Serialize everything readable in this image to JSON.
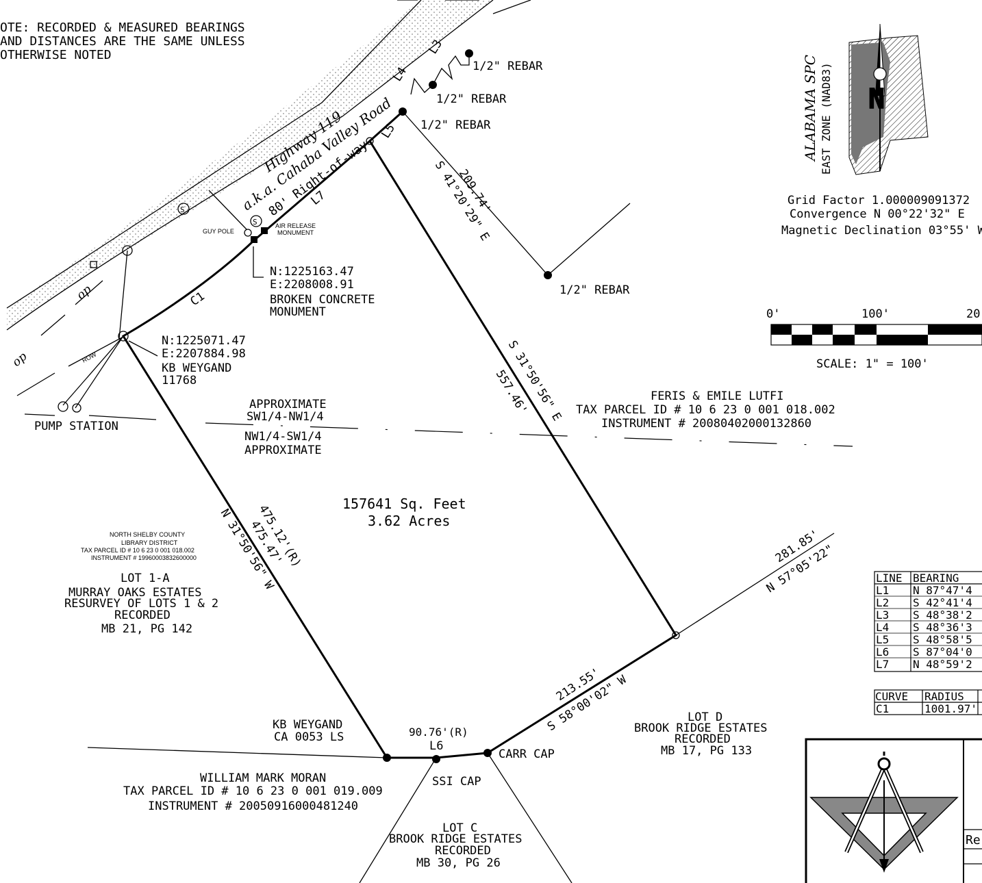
{
  "note": {
    "line1": "OTE: RECORDED & MEASURED BEARINGS",
    "line2": "AND DISTANCES ARE THE SAME UNLESS",
    "line3": "OTHERWISE NOTED"
  },
  "road": {
    "name1": "Highway 119",
    "name2": "a.k.a. Cahaba Valley Road",
    "row": "80' Right-of-way",
    "row_label": "ROW",
    "op1": "op",
    "op2": "op"
  },
  "monuments": {
    "rebar1": "1/2\" REBAR",
    "rebar2": "1/2\" REBAR",
    "rebar3": "1/2\" REBAR",
    "rebar4": "1/2\" REBAR",
    "guy_pole": "GUY POLE",
    "air_release_1": "AIR RELEASE",
    "air_release_2": "MONUMENT",
    "sewer": "S",
    "broken_n": "N:1225163.47",
    "broken_e": "E:2208008.91",
    "broken_1": "BROKEN CONCRETE",
    "broken_2": "MONUMENT",
    "kb_n": "N:1225071.47",
    "kb_e": "E:2207884.98",
    "kb_1": "KB WEYGAND",
    "kb_2": "11768",
    "pump": "PUMP STATION",
    "carr_cap": "CARR CAP",
    "ssi_cap": "SSI CAP"
  },
  "line_labels": {
    "l3": "L3",
    "l4": "L4",
    "l5": "L5",
    "l6": "L6",
    "l7": "L7",
    "c1": "C1"
  },
  "calls": {
    "ne_dist": "209.74'",
    "ne_bearing": "S 41°20'29\" E",
    "east_bearing": "S 31°50'56\" E",
    "east_dist": "557.46'",
    "west_rec": "475.12'(R)",
    "west_meas": "475.47'",
    "west_bearing": "N 31°50'56\" W",
    "se_dist": "281.85'",
    "se_bearing": "N 57°05'22\"",
    "south_dist": "213.55'",
    "south_bearing": "S 58°00'02\" W",
    "l6_rec": "90.76'(R)"
  },
  "area": {
    "sqft": "157641 Sq. Feet",
    "acres": "3.62 Acres"
  },
  "quarter": {
    "a1": "APPROXIMATE",
    "a2": "SW1/4-NW1/4",
    "b1": "NW1/4-SW1/4",
    "b2": "APPROXIMATE"
  },
  "owners": {
    "lutfi_1": "FERIS & EMILE LUTFI",
    "lutfi_2": "TAX PARCEL ID # 10 6 23 0 001 018.002",
    "lutfi_3": "INSTRUMENT # 20080402000132860",
    "library_1": "NORTH SHELBY COUNTY",
    "library_2": "LIBRARY DISTRICT",
    "library_3": "TAX PARCEL ID # 10 6 23 0 001 018.002",
    "library_4": "INSTRUMENT # 19960003832600000",
    "lot1a_1": "LOT 1-A",
    "lot1a_2": "MURRAY OAKS ESTATES",
    "lot1a_3": "RESURVEY OF LOTS 1 & 2",
    "lot1a_4": "RECORDED",
    "lot1a_5": "MB 21, PG 142",
    "kbw_1": "KB WEYGAND",
    "kbw_2": "CA 0053 LS",
    "moran_1": "WILLIAM MARK MORAN",
    "moran_2": "TAX PARCEL ID # 10 6 23 0 001 019.009",
    "moran_3": "INSTRUMENT # 20050916000481240",
    "lotc_1": "LOT C",
    "lotc_2": "BROOK RIDGE ESTATES",
    "lotc_3": "RECORDED",
    "lotc_4": "MB 30, PG 26",
    "lotd_1": "LOT D",
    "lotd_2": "BROOK RIDGE ESTATES",
    "lotd_3": "RECORDED",
    "lotd_4": "MB 17, PG 133"
  },
  "north_arrow": {
    "state": "ALABAMA SPC",
    "zone": "EAST ZONE (NAD83)",
    "n": "N",
    "grid": "Grid Factor 1.000009091372",
    "conv": "Convergence N 00°22'32\" E",
    "mag": "Magnetic Declination 03°55' W"
  },
  "scale": {
    "t0": "0'",
    "t100": "100'",
    "t200": "20",
    "label": "SCALE: 1\" = 100'"
  },
  "line_table": {
    "headers": [
      "LINE",
      "BEARING"
    ],
    "rows": [
      [
        "L1",
        "N 87°47'4"
      ],
      [
        "L2",
        "S 42°41'4"
      ],
      [
        "L3",
        "S 48°38'2"
      ],
      [
        "L4",
        "S 48°36'3"
      ],
      [
        "L5",
        "S 48°58'5"
      ],
      [
        "L6",
        "S 87°04'0"
      ],
      [
        "L7",
        "N 48°59'2"
      ]
    ]
  },
  "curve_table": {
    "headers": [
      "CURVE",
      "RADIUS"
    ],
    "rows": [
      [
        "C1",
        "1001.97'"
      ]
    ]
  },
  "title_block": {
    "rev": "Re"
  }
}
